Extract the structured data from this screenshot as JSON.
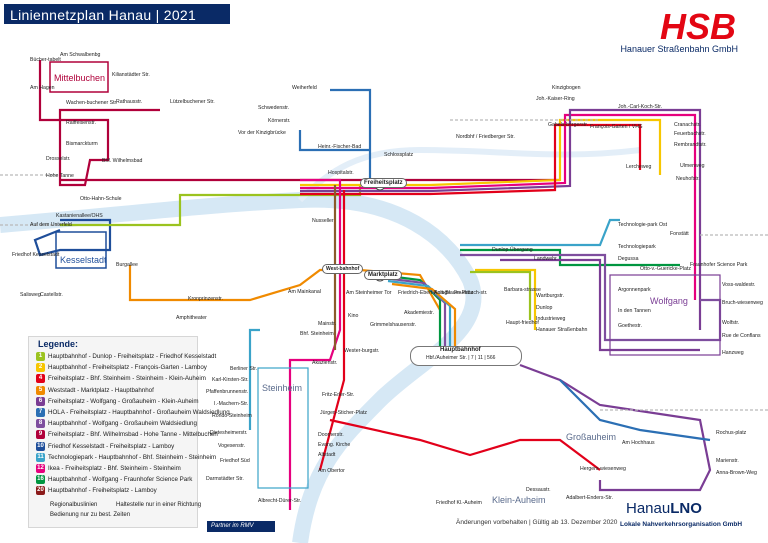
{
  "header": {
    "title": "Liniennetzplan Hanau | 2021",
    "brand": "HSB",
    "brand_sub": "Hanauer Straßenbahn GmbH"
  },
  "legend": {
    "title": "Legende:",
    "lines": [
      {
        "num": "1",
        "color": "#9bc31f",
        "text": "Hauptbahnhof - Dunlop - Freiheitsplatz - Friedhof Kesselstadt"
      },
      {
        "num": "2",
        "color": "#f7c600",
        "text": "Hauptbahnhof - Freiheitsplatz - François-Garten - Lamboy"
      },
      {
        "num": "4",
        "color": "#e2001a",
        "text": "Freiheitsplatz - Bhf. Steinheim - Steinheim - Klein-Auheim"
      },
      {
        "num": "5",
        "color": "#f08a00",
        "text": "Weststadt - Marktplatz - Hauptbahnhof"
      },
      {
        "num": "6",
        "color": "#7a3d94",
        "text": "Freiheitsplatz - Wolfgang - Großauheim - Klein-Auheim"
      },
      {
        "num": "7",
        "color": "#2b6fb4",
        "text": "HOLA - Freiheitsplatz - Hauptbahnhof - Großauheim Waldsiedlung"
      },
      {
        "num": "8",
        "color": "#7e4e9e",
        "text": "Hauptbahnhof - Wolfgang - Großauheim Waldsiedlung"
      },
      {
        "num": "9",
        "color": "#b0003a",
        "text": "Freiheitsplatz - Bhf. Wilhelmsbad - Hohe Tanne - Mittelbuchen"
      },
      {
        "num": "10",
        "color": "#1f4e9a",
        "text": "Friedhof Kesselstadt - Freiheitsplatz - Lamboy"
      },
      {
        "num": "11",
        "color": "#3aa3c9",
        "text": "Technologiepark - Hauptbahnhof - Bhf. Steinheim - Steinheim"
      },
      {
        "num": "12",
        "color": "#e6007e",
        "text": "Ikea - Freiheitsplatz - Bhf. Steinheim - Steinheim"
      },
      {
        "num": "16",
        "color": "#009640",
        "text": "Hauptbahnhof - Wolfgang - Fraunhofer Science Park"
      },
      {
        "num": "20",
        "color": "#8b1a1a",
        "text": "Hauptbahnhof - Freiheitsplatz - Lamboy"
      }
    ],
    "regional": "Regionalbuslinien",
    "stop_one_way": "Haltestelle nur in einer Richtung",
    "service_note": "Bedienung nur zu best. Zeiten"
  },
  "hubs": {
    "freiheitsplatz": "Freiheitsplatz",
    "marktplatz": "Marktplatz",
    "hauptbahnhof": "Hauptbahnhof",
    "hbf_stops": "Hbf./Auheimer Str. | 7 | 11 | 566",
    "weststadt": "West-bahnhof"
  },
  "areas": {
    "mittelbuchen": "Mittelbuchen",
    "kesselstadt": "Kesselstadt",
    "steinheim": "Steinheim",
    "wolfgang": "Wolfgang",
    "grossauheim": "Großauheim",
    "kleinauheim": "Klein-Auheim"
  },
  "stations": [
    {
      "key": "buecher",
      "label": "Bücher-tabelt"
    },
    {
      "key": "schwalbe",
      "label": "Am Schwalbenbg"
    },
    {
      "key": "kiliansstaedter",
      "label": "Kilianstädter Str."
    },
    {
      "key": "amhagen",
      "label": "Am Hagen"
    },
    {
      "key": "wachen",
      "label": "Wachen-buchener Str."
    },
    {
      "key": "rathausstr",
      "label": "Rathausstr."
    },
    {
      "key": "luetzel",
      "label": "Lützelbuchener Str."
    },
    {
      "key": "raiffeisen",
      "label": "Raiffeisenstr."
    },
    {
      "key": "bismarck",
      "label": "Bismarckturm"
    },
    {
      "key": "drosselstr",
      "label": "Drosselstr."
    },
    {
      "key": "hohetanne",
      "label": "Hohe Tanne"
    },
    {
      "key": "wilhelmsbad",
      "label": "Bhf. Wilhelmsbad"
    },
    {
      "key": "ottohahn",
      "label": "Otto-Hahn-Schule"
    },
    {
      "key": "kastanien",
      "label": "Kastanienallee/OHS"
    },
    {
      "key": "aufdem",
      "label": "Auf dem Unterfeld"
    },
    {
      "key": "friedhofk",
      "label": "Friedhof Kesselstadt"
    },
    {
      "key": "salisweg",
      "label": "Salisweg"
    },
    {
      "key": "castellstr",
      "label": "Castellstr."
    },
    {
      "key": "burgallee",
      "label": "Burgallee"
    },
    {
      "key": "kronprinzen",
      "label": "Kronprinzenstr."
    },
    {
      "key": "amphitheater",
      "label": "Amphitheater"
    },
    {
      "key": "weiherfeld",
      "label": "Weiherfeld"
    },
    {
      "key": "schwedenstr",
      "label": "Schwedenstr."
    },
    {
      "key": "koernerstr",
      "label": "Körnerstr."
    },
    {
      "key": "vorderkinzig",
      "label": "Vor der Kinzigbrücke"
    },
    {
      "key": "heinrich",
      "label": "Heinr.-Fischer-Bad"
    },
    {
      "key": "schlossplatz",
      "label": "Schlossplatz"
    },
    {
      "key": "hospitalstr",
      "label": "Hospitalstr."
    },
    {
      "key": "nordbhf",
      "label": "Nordbhf / Friedberger Str."
    },
    {
      "key": "kinzigbogen",
      "label": "Kinzigbogen"
    },
    {
      "key": "johkaiser",
      "label": "Joh.-Kaiser-Ring"
    },
    {
      "key": "johcarl",
      "label": "Joh.-Carl-Koch-Str."
    },
    {
      "key": "cranachstr",
      "label": "Cranachstr."
    },
    {
      "key": "feuerbach",
      "label": "Feuerbachstr."
    },
    {
      "key": "rembrandt",
      "label": "Rembrandtstr."
    },
    {
      "key": "ulmenweg",
      "label": "Ulmenweg"
    },
    {
      "key": "lercheweg",
      "label": "Lercheweg"
    },
    {
      "key": "neuhofstr",
      "label": "Neuhofstr."
    },
    {
      "key": "gabels",
      "label": "Gabels-bergerstr."
    },
    {
      "key": "francois",
      "label": "François-Garten / VHS"
    },
    {
      "key": "technopark",
      "label": "Technologiepark"
    },
    {
      "key": "technoost",
      "label": "Technologie-park Ost"
    },
    {
      "key": "fonstaett",
      "label": "Fonstätt"
    },
    {
      "key": "degussa",
      "label": "Degussa"
    },
    {
      "key": "ottovon",
      "label": "Otto-v.-Guericke-Platz"
    },
    {
      "key": "fraunhofer",
      "label": "Fraunhofer Science Park"
    },
    {
      "key": "landwehr",
      "label": "Landwehr"
    },
    {
      "key": "wartburg",
      "label": "Wartburgstr."
    },
    {
      "key": "dunlop",
      "label": "Dunlop"
    },
    {
      "key": "dunlopueb",
      "label": "Dunlop Übergang"
    },
    {
      "key": "industrieweg",
      "label": "Industrieweg"
    },
    {
      "key": "hanauerstr",
      "label": "Hanauer Straßenbahn"
    },
    {
      "key": "barbara",
      "label": "Barbara-strasse"
    },
    {
      "key": "hauptfriedhof",
      "label": "Haupt-friedhof"
    },
    {
      "key": "argonner",
      "label": "Argonnenpark"
    },
    {
      "key": "indentannen",
      "label": "In den Tannen"
    },
    {
      "key": "goethestr",
      "label": "Goethestr."
    },
    {
      "key": "vosswald",
      "label": "Voss-waldestr."
    },
    {
      "key": "bruchweg",
      "label": "Bruch-wiesenweg"
    },
    {
      "key": "wolfstr",
      "label": "Wolfstr."
    },
    {
      "key": "ruede",
      "label": "Rue de Conflans"
    },
    {
      "key": "hanzweg",
      "label": "Hanzweg"
    },
    {
      "key": "kurtblaum",
      "label": "Kurt-Blaum-Platz"
    },
    {
      "key": "friedrichebert",
      "label": "Friedrich-Ebert-Anlage"
    },
    {
      "key": "akademie",
      "label": "Akademiestr."
    },
    {
      "key": "grimmels",
      "label": "Grimmelshausenstr."
    },
    {
      "key": "feuerbachstr",
      "label": "Feuerbach-str."
    },
    {
      "key": "ammainkanal",
      "label": "Am Mainkanal"
    },
    {
      "key": "steinheimertor",
      "label": "Am Steinheimer Tor"
    },
    {
      "key": "mainstr",
      "label": "Mainstr."
    },
    {
      "key": "kino",
      "label": "Kino"
    },
    {
      "key": "steinheimbhf",
      "label": "Bhf. Steinheim"
    },
    {
      "key": "westerburg",
      "label": "Wester-burgstr."
    },
    {
      "key": "akaziestr",
      "label": "Akazienstr."
    },
    {
      "key": "berliner",
      "label": "Berliner Str."
    },
    {
      "key": "karlkirsten",
      "label": "Karl-Kirsten-Str."
    },
    {
      "key": "pfaffenbrunnen",
      "label": "Pfaffenbrunnenstr."
    },
    {
      "key": "imachern",
      "label": "I.-Machern-Str."
    },
    {
      "key": "rondo",
      "label": "Rondo Steinheim"
    },
    {
      "key": "dietesheimer",
      "label": "Dietesheimerstr."
    },
    {
      "key": "vogesenstr",
      "label": "Vogesenstr."
    },
    {
      "key": "friedhofsued",
      "label": "Friedhof Süd"
    },
    {
      "key": "darmstaedter",
      "label": "Darmstädter Str."
    },
    {
      "key": "fritzerler",
      "label": "Fritz-Erler-Str."
    },
    {
      "key": "juergen",
      "label": "Jürgen-Sticher-Platz"
    },
    {
      "key": "doornerstr",
      "label": "Doornerstr."
    },
    {
      "key": "evkirche",
      "label": "Evang. Kirche"
    },
    {
      "key": "altstadt",
      "label": "Altstadt"
    },
    {
      "key": "amobertor",
      "label": "Am Obertor"
    },
    {
      "key": "albrecht",
      "label": "Albrecht-Dürer-Str."
    },
    {
      "key": "amhochhaus",
      "label": "Am Hochhaus"
    },
    {
      "key": "rochusplatz",
      "label": "Rochus-platz"
    },
    {
      "key": "marienstr",
      "label": "Marienstr."
    },
    {
      "key": "annabrown",
      "label": "Anna-Brown-Weg"
    },
    {
      "key": "hergers",
      "label": "Hergers-wiesenweg"
    },
    {
      "key": "adalbert",
      "label": "Adalbert-Enders-Str."
    },
    {
      "key": "friedhofka",
      "label": "Friedhof Kl.-Auheim"
    },
    {
      "key": "dessaustr",
      "label": "Dessaustr."
    },
    {
      "key": "nusseller",
      "label": "Nusseller"
    },
    {
      "key": "kingsbogen",
      "label": "Kinzigbogen"
    }
  ],
  "footer": {
    "note": "Änderungen vorbehalten | Gültig ab 13. Dezember 2020",
    "rmv": "Partner im RMV",
    "lno_a": "Hanau",
    "lno_b": "LNO",
    "lno_sub": "Lokale Nahverkehrsorganisation GmbH"
  },
  "colors": {
    "navy": "#0a2a66",
    "red": "#e30613",
    "river": "#cfe3f3"
  }
}
